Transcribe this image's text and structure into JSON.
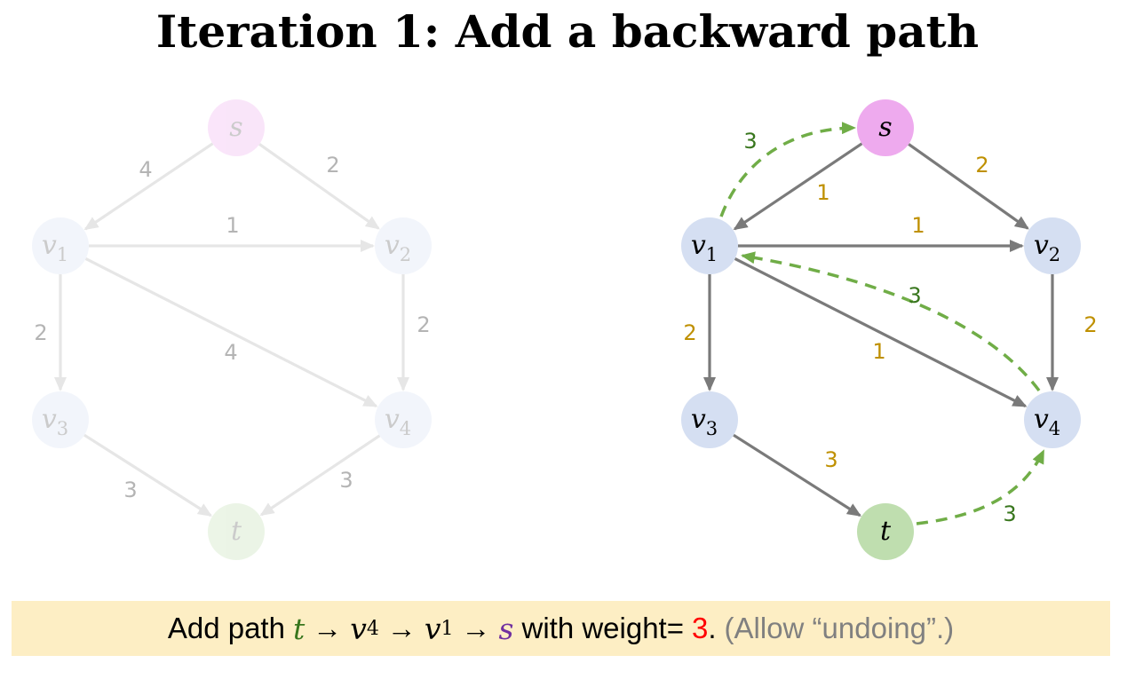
{
  "title": "Iteration 1: Add a backward path",
  "colors": {
    "node_s": "#eeaaee",
    "node_v": "#d5dff2",
    "node_t": "#bfdeaf",
    "edge": "#7a7a7a",
    "weight": "#bf9000",
    "path": "#70ad47",
    "path_label": "#38761d",
    "caption_bg": "#fdeec4",
    "highlight_red": "#ff0000",
    "var_t": "#38761d",
    "var_s": "#7030a0",
    "faded_edge": "#e6e6e6",
    "faded_text": "#b4b4b4"
  },
  "graphs": [
    {
      "name": "faded",
      "nodes": [
        {
          "id": "s",
          "label": "s",
          "sub": ""
        },
        {
          "id": "v1",
          "label": "v",
          "sub": "1"
        },
        {
          "id": "v2",
          "label": "v",
          "sub": "2"
        },
        {
          "id": "v3",
          "label": "v",
          "sub": "3"
        },
        {
          "id": "v4",
          "label": "v",
          "sub": "4"
        },
        {
          "id": "t",
          "label": "t",
          "sub": ""
        }
      ],
      "edges": [
        {
          "from": "s",
          "to": "v1",
          "weight": "4"
        },
        {
          "from": "s",
          "to": "v2",
          "weight": "2"
        },
        {
          "from": "v1",
          "to": "v2",
          "weight": "1"
        },
        {
          "from": "v1",
          "to": "v3",
          "weight": "2"
        },
        {
          "from": "v1",
          "to": "v4",
          "weight": "4"
        },
        {
          "from": "v2",
          "to": "v4",
          "weight": "2"
        },
        {
          "from": "v3",
          "to": "t",
          "weight": "3"
        },
        {
          "from": "v4",
          "to": "t",
          "weight": "3"
        }
      ],
      "paths": []
    },
    {
      "name": "current",
      "nodes": [
        {
          "id": "s",
          "label": "s",
          "sub": ""
        },
        {
          "id": "v1",
          "label": "v",
          "sub": "1"
        },
        {
          "id": "v2",
          "label": "v",
          "sub": "2"
        },
        {
          "id": "v3",
          "label": "v",
          "sub": "3"
        },
        {
          "id": "v4",
          "label": "v",
          "sub": "4"
        },
        {
          "id": "t",
          "label": "t",
          "sub": ""
        }
      ],
      "edges": [
        {
          "from": "s",
          "to": "v1",
          "weight": "1"
        },
        {
          "from": "s",
          "to": "v2",
          "weight": "2"
        },
        {
          "from": "v1",
          "to": "v2",
          "weight": "1"
        },
        {
          "from": "v1",
          "to": "v3",
          "weight": "2"
        },
        {
          "from": "v1",
          "to": "v4",
          "weight": "1"
        },
        {
          "from": "v2",
          "to": "v4",
          "weight": "2"
        },
        {
          "from": "v3",
          "to": "t",
          "weight": "3"
        }
      ],
      "paths": [
        {
          "from": "v1",
          "to": "s",
          "weight": "3"
        },
        {
          "from": "v4",
          "to": "v1",
          "weight": "3"
        },
        {
          "from": "t",
          "to": "v4",
          "weight": "3"
        }
      ]
    }
  ],
  "caption": {
    "prefix": "Add path",
    "var_t": "t",
    "arrow": "→",
    "var_v4": "v",
    "sub_v4": "4",
    "var_v1": "v",
    "sub_v1": "1",
    "var_s": "s",
    "middle": "with weight=",
    "value": "3",
    "period": ".",
    "note": "(Allow “undoing”.)"
  }
}
